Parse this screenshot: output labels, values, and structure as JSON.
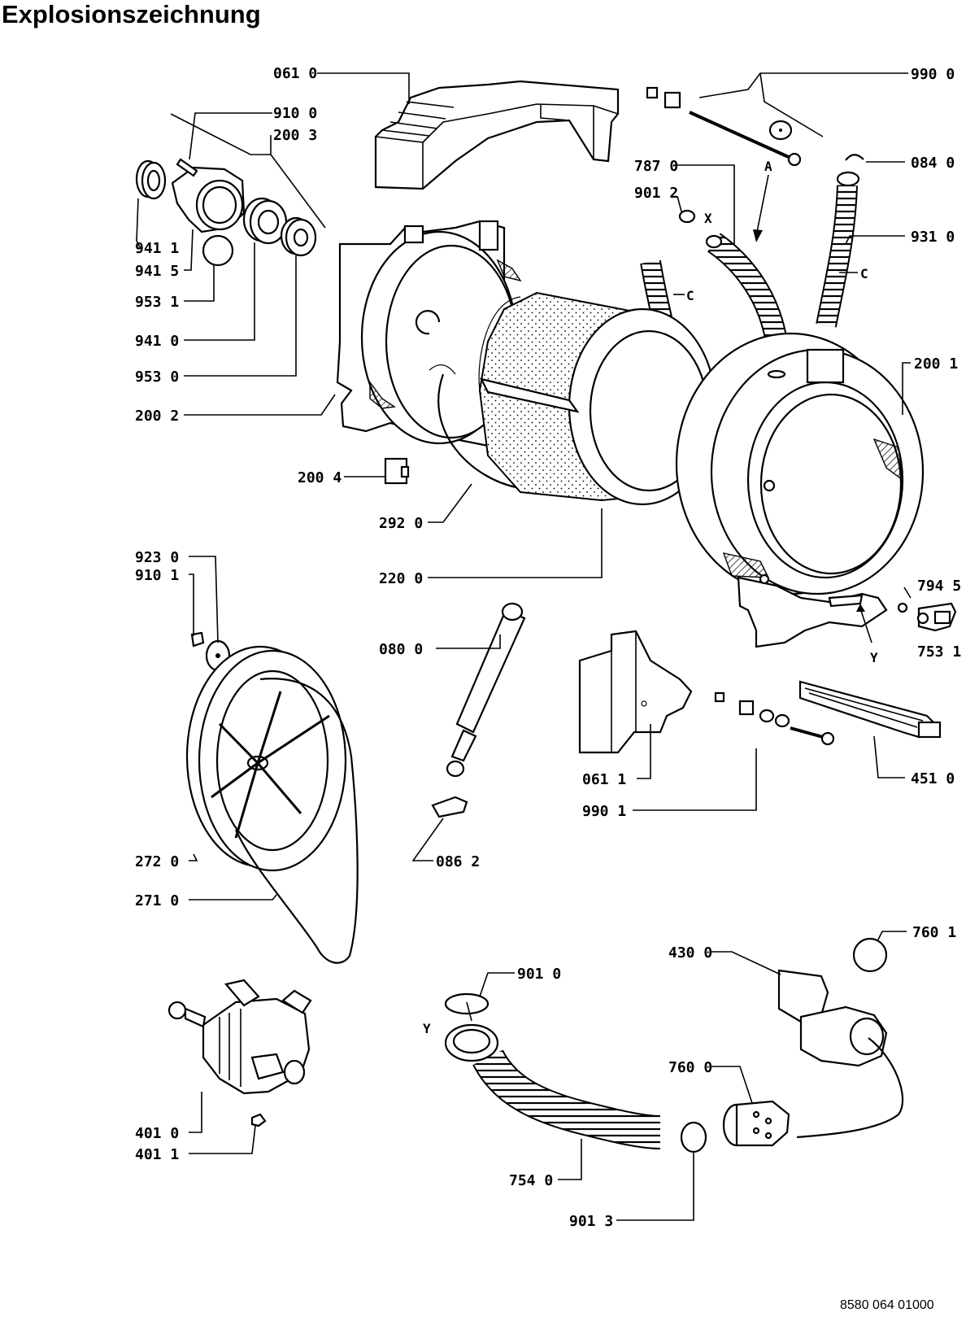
{
  "title": "Explosionszeichnung",
  "doc_number": "8580 064 01000",
  "parts": {
    "p0610": "061 0",
    "p9100": "910 0",
    "p2003": "200 3",
    "p9411": "941 1",
    "p9415": "941 5",
    "p9531": "953 1",
    "p9410": "941 0",
    "p9530": "953 0",
    "p2002": "200 2",
    "p2004": "200 4",
    "p2920": "292 0",
    "p2200": "220 0",
    "p9900": "990 0",
    "p8400": "084 0",
    "p7870": "787 0",
    "p9012": "901 2",
    "p9310": "931 0",
    "p2001": "200 1",
    "p7945": "794 5",
    "p7531": "753 1",
    "p9230": "923 0",
    "p9101": "910 1",
    "p0800": "080 0",
    "p0611": "061 1",
    "p9901": "990 1",
    "p4510": "451 0",
    "p0862": "086 2",
    "p2720": "272 0",
    "p2710": "271 0",
    "p7601": "760 1",
    "p4300": "430 0",
    "p9010": "901 0",
    "p7600": "760 0",
    "p4010": "401 0",
    "p4011": "401 1",
    "p7540": "754 0",
    "p9013": "901 3"
  },
  "markers": {
    "a": "A",
    "x": "X",
    "c1": "C",
    "c2": "C",
    "y1": "Y",
    "y2": "Y"
  }
}
